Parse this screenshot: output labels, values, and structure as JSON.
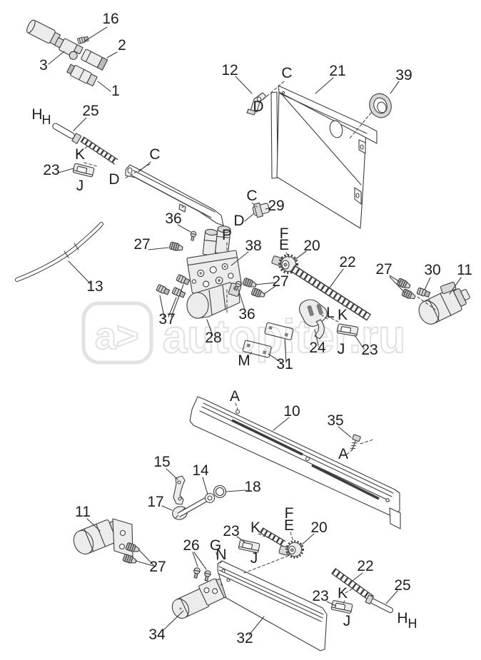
{
  "watermark": {
    "logo": "a>",
    "site": "autopiter.ru",
    "color": "#e2e2e2"
  },
  "callouts": {
    "c1": "1",
    "c2": "2",
    "c3": "3",
    "c10": "10",
    "c11": "11",
    "c12": "12",
    "c13": "13",
    "c14": "14",
    "c15": "15",
    "c16": "16",
    "c17": "17",
    "c18": "18",
    "c20": "20",
    "c21": "21",
    "c22": "22",
    "c23": "23",
    "c24": "24",
    "c25": "25",
    "c26": "26",
    "c27": "27",
    "c28": "28",
    "c29": "29",
    "c30": "30",
    "c31": "31",
    "c32": "32",
    "c34": "34",
    "c35": "35",
    "c36": "36",
    "c37": "37",
    "c38": "38",
    "c39": "39"
  },
  "refs": {
    "A": "A",
    "C": "C",
    "D": "D",
    "E": "E",
    "F": "F",
    "G": "G",
    "H": "H",
    "J": "J",
    "K": "K",
    "L": "L",
    "M": "M",
    "N": "N",
    "P": "P"
  }
}
